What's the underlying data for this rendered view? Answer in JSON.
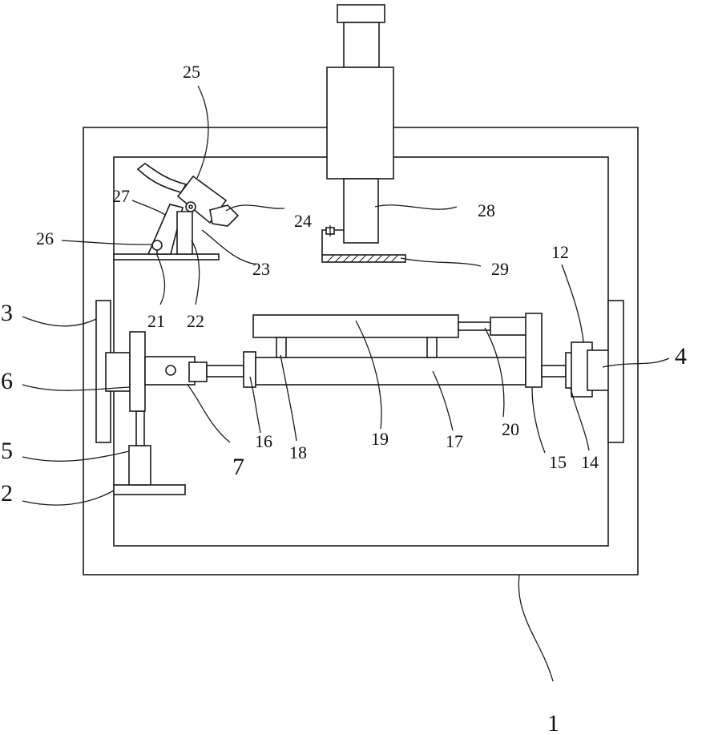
{
  "labels": {
    "l1": "1",
    "l2": "2",
    "l3": "3",
    "l4": "4",
    "l5": "5",
    "l6": "6",
    "l7": "7",
    "l12": "12",
    "l14": "14",
    "l15": "15",
    "l16": "16",
    "l17": "17",
    "l18": "18",
    "l19": "19",
    "l20": "20",
    "l21": "21",
    "l22": "22",
    "l23": "23",
    "l24": "24",
    "l25": "25",
    "l26": "26",
    "l27": "27",
    "l28": "28",
    "l29": "29"
  }
}
